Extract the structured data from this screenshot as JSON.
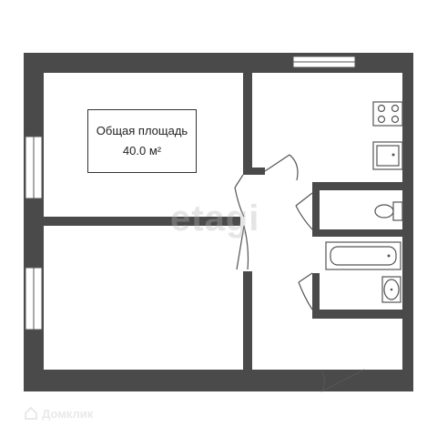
{
  "plan": {
    "area_label": "Общая площадь",
    "area_value": "40.0 м²"
  },
  "watermark": "etagi",
  "brand": {
    "name": "Домклик",
    "icon": "house-logo-icon"
  },
  "colors": {
    "walls": "#4a4a4a",
    "background": "#ffffff",
    "brand_text": "#e9e9e9"
  }
}
